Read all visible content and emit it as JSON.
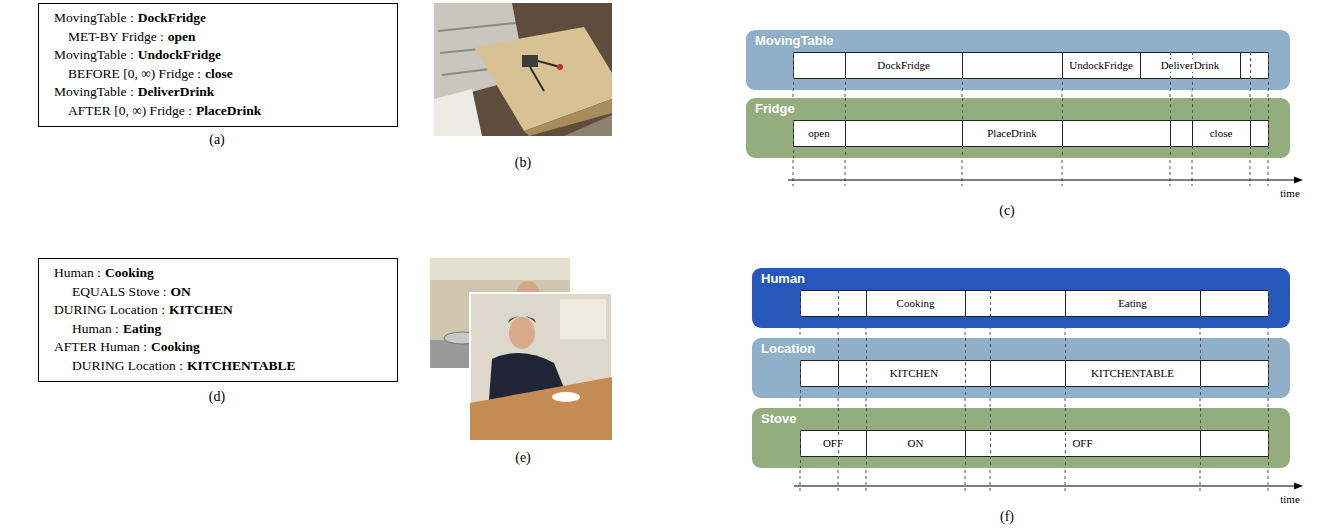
{
  "diagram": {
    "nodes": [
      {
        "text": [
          "MovingTable :",
          "DockFridge",
          "MET-BY Fridge :",
          "open",
          "MovingTable :",
          "UndockFridge",
          "BEFORE [0, ∞) Fridge :",
          "close",
          "MovingTable :",
          "DeliverDrink",
          "AFTER [0, ∞) Fridge :",
          "PlaceDrink"
        ]
      },
      {
        "text": [
          "MovingTable"
        ]
      },
      {
        "text": [
          "DockFridge"
        ],
        "in": 1
      },
      {
        "text": [
          "UndockFridge"
        ],
        "in": 1
      },
      {
        "text": [
          "DeliverDrink"
        ],
        "in": 1
      },
      {
        "text": [
          "Fridge"
        ]
      },
      {
        "text": [
          "open"
        ],
        "in": 5
      },
      {
        "text": [
          "PlaceDrink"
        ],
        "in": 5
      },
      {
        "text": [
          "close"
        ],
        "in": 5
      },
      {
        "text": [
          "Human :",
          "Cooking",
          "EQUALS Stove :",
          "ON",
          "DURING Location :",
          "KITCHEN",
          "Human :",
          "Eating",
          "AFTER Human :",
          "Cooking",
          "DURING Location :",
          "KITCHENTABLE"
        ]
      },
      {
        "text": [
          "Human"
        ]
      },
      {
        "text": [
          "Cooking"
        ],
        "in": 10
      },
      {
        "text": [
          "Eating"
        ],
        "in": 10
      },
      {
        "text": [
          "Location"
        ]
      },
      {
        "text": [
          "KITCHEN"
        ],
        "in": 13
      },
      {
        "text": [
          "KITCHENTABLE"
        ],
        "in": 13
      },
      {
        "text": [
          "Stove"
        ]
      },
      {
        "text": [
          "OFF"
        ],
        "in": 16
      },
      {
        "text": [
          "ON"
        ],
        "in": 16
      },
      {
        "text": [
          "OFF"
        ],
        "in": 16
      }
    ],
    "labels": [
      "(a)",
      "(b)",
      "(c)",
      "time",
      "(d)",
      "(e)",
      "(f)",
      "time"
    ]
  }
}
